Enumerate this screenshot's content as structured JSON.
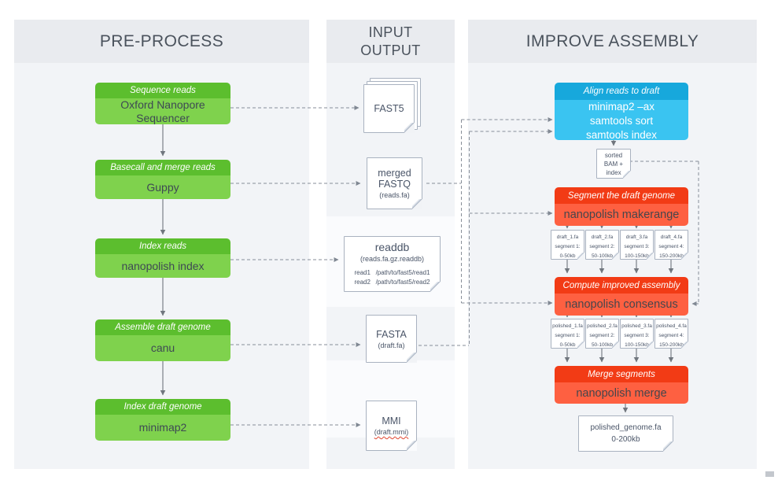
{
  "colors": {
    "green_dark": "#5CBE2E",
    "green_light": "#7FD24D",
    "blue_dark": "#17A8DC",
    "blue_light": "#3AC4F1",
    "red_dark": "#F23B15",
    "red_light": "#FE6041"
  },
  "preprocess": {
    "title": "PRE-PROCESS",
    "steps": [
      {
        "label": "Sequence reads",
        "tool": "Oxford Nanopore Sequencer"
      },
      {
        "label": "Basecall and merge reads",
        "tool": "Guppy"
      },
      {
        "label": "Index reads",
        "tool": "nanopolish index"
      },
      {
        "label": "Assemble draft genome",
        "tool": "canu"
      },
      {
        "label": "Index draft genome",
        "tool": "minimap2"
      }
    ]
  },
  "io": {
    "title_line1": "INPUT",
    "title_line2": "OUTPUT",
    "fast5": {
      "name": "FAST5"
    },
    "fastq": {
      "name": "merged FASTQ",
      "file": "(reads.fa)"
    },
    "readdb": {
      "name": "readdb",
      "file": "(reads.fa.gz.readdb)",
      "rows": [
        "read1   /path/to/fast5/read1",
        "read2   /path/to/fast5/read2"
      ]
    },
    "fasta": {
      "name": "FASTA",
      "file": "(draft.fa)"
    },
    "mmi": {
      "name": "MMI",
      "file": "(draft.mmi)"
    }
  },
  "improve": {
    "title": "IMPROVE ASSEMBLY",
    "align": {
      "label": "Align reads to draft",
      "lines": [
        "minimap2 –ax",
        "samtools sort",
        "samtools index"
      ]
    },
    "bam": {
      "lines": [
        "sorted",
        "BAM +",
        "index"
      ]
    },
    "makerange": {
      "label": "Segment the draft genome",
      "tool": "nanopolish makerange"
    },
    "draft_segments": [
      {
        "file": "draft_1.fa",
        "segment": "segment 1:",
        "range": "0-50kb"
      },
      {
        "file": "draft_2.fa",
        "segment": "segment 2:",
        "range": "50-100kb"
      },
      {
        "file": "draft_3.fa",
        "segment": "segment 3:",
        "range": "100-150kb"
      },
      {
        "file": "draft_4.fa",
        "segment": "segment 4:",
        "range": "150-200kb"
      }
    ],
    "consensus": {
      "label": "Compute improved assembly",
      "tool": "nanopolish consensus"
    },
    "polished_segments": [
      {
        "file": "polished_1.fa",
        "segment": "segment 1:",
        "range": "0-50kb"
      },
      {
        "file": "polished_2.fa",
        "segment": "segment 2:",
        "range": "50-100kb"
      },
      {
        "file": "polished_3.fa",
        "segment": "segment 3:",
        "range": "100-150kb"
      },
      {
        "file": "polished_4.fa",
        "segment": "segment 4:",
        "range": "150-200kb"
      }
    ],
    "merge": {
      "label": "Merge segments",
      "tool": "nanopolish merge"
    },
    "final": {
      "file": "polished_genome.fa",
      "range": "0-200kb"
    }
  }
}
